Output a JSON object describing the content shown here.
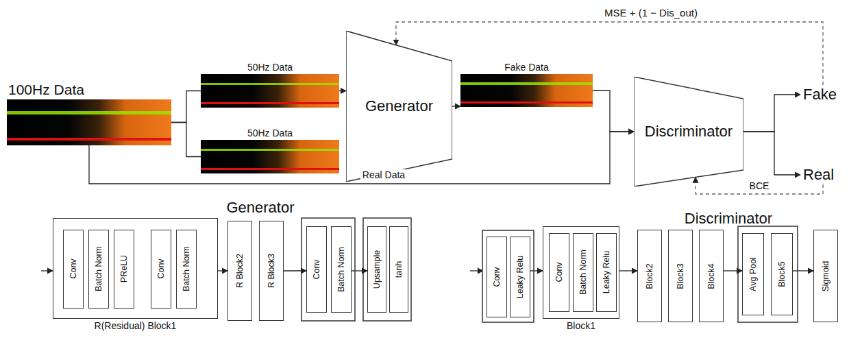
{
  "diagram": {
    "nodes": [
      {
        "text": [
          "100Hz Data"
        ]
      },
      {
        "text": [
          "50Hz Data"
        ]
      },
      {
        "text": [
          "50Hz Data"
        ]
      },
      {
        "text": [
          "Generator"
        ]
      },
      {
        "text": [
          "Fake Data"
        ]
      },
      {
        "text": [
          "Discriminator"
        ]
      },
      {
        "text": [
          "Fake"
        ]
      },
      {
        "text": [
          "Real"
        ]
      },
      {
        "text": [
          "R(Residual) Block1"
        ]
      },
      {
        "text": [
          "Conv"
        ],
        "in": 8
      },
      {
        "text": [
          "Batch Norm"
        ],
        "in": 8
      },
      {
        "text": [
          "PReLU"
        ],
        "in": 8
      },
      {
        "text": [
          "Conv"
        ],
        "in": 8
      },
      {
        "text": [
          "Batch Norm"
        ],
        "in": 8
      },
      {
        "text": [
          "R Block2"
        ]
      },
      {
        "text": [
          "R Block3"
        ]
      },
      {
        "text": [
          "Conv"
        ]
      },
      {
        "text": [
          "Batch Norm"
        ]
      },
      {
        "text": [
          "Upsample"
        ]
      },
      {
        "text": [
          "tanh"
        ]
      },
      {
        "text": [
          "Conv"
        ]
      },
      {
        "text": [
          "Leaky Relu"
        ]
      },
      {
        "text": [
          "Block1"
        ]
      },
      {
        "text": [
          "Conv"
        ],
        "in": 22
      },
      {
        "text": [
          "Batch Norm"
        ],
        "in": 22
      },
      {
        "text": [
          "Leaky Relu"
        ],
        "in": 22
      },
      {
        "text": [
          "Block2"
        ]
      },
      {
        "text": [
          "Block3"
        ]
      },
      {
        "text": [
          "Block4"
        ]
      },
      {
        "text": [
          "Avg Pool"
        ]
      },
      {
        "text": [
          "Block5"
        ]
      },
      {
        "text": [
          "Sigmoid"
        ]
      }
    ],
    "edges": [
      {
        "from": 0,
        "to": 1,
        "arrow": "none"
      },
      {
        "from": 0,
        "to": 2,
        "arrow": "none"
      },
      {
        "from": 1,
        "to": 3,
        "arrow": "to"
      },
      {
        "from": 3,
        "to": 4,
        "arrow": "to"
      },
      {
        "from": 4,
        "to": 5,
        "arrow": "to"
      },
      {
        "from": 0,
        "to": 5,
        "label": "Real Data",
        "arrow": "to"
      },
      {
        "from": 5,
        "to": 6,
        "arrow": "to"
      },
      {
        "from": 5,
        "to": 7,
        "arrow": "to"
      },
      {
        "from": 6,
        "to": 3,
        "label": "MSE + (1 − Dis_out)",
        "arrow": "to"
      },
      {
        "from": 7,
        "to": 5,
        "label": "BCE",
        "arrow": "to"
      },
      {
        "from": 8,
        "to": 14,
        "arrow": "to"
      },
      {
        "from": 15,
        "to": 16,
        "arrow": "to"
      },
      {
        "from": 17,
        "to": 18,
        "arrow": "to"
      },
      {
        "from": 21,
        "to": 22,
        "arrow": "to"
      },
      {
        "from": 22,
        "to": 26,
        "arrow": "to"
      },
      {
        "from": 28,
        "to": 29,
        "arrow": "to"
      },
      {
        "from": 30,
        "to": 31,
        "arrow": "to"
      }
    ],
    "labels": [
      "Generator",
      "Discriminator"
    ]
  }
}
